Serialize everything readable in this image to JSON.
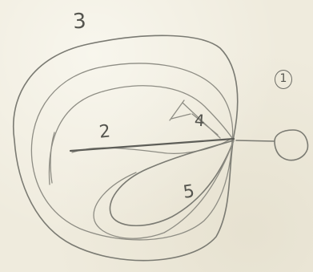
{
  "labels": {
    "region_3": "3",
    "region_2": "2",
    "region_4": "4",
    "region_5": "5",
    "region_1": "1"
  }
}
